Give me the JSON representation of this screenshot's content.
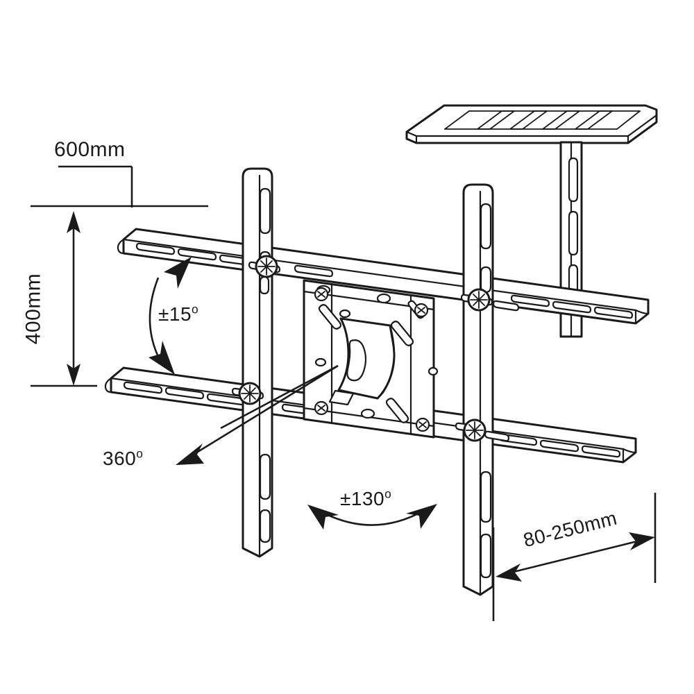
{
  "diagram": {
    "title": "TV Wall Mount Bracket - Dimensional and Articulation Diagram",
    "background_color": "#ffffff",
    "line_color": "#1a1a1a",
    "labels": {
      "width_600mm": "600mm",
      "height_400mm": "400mm",
      "tilt_15deg": "±15",
      "tilt_15deg_unit": "o",
      "rotation_360deg": "360",
      "rotation_360deg_unit": "o",
      "swivel_130deg": "±130",
      "swivel_130deg_unit": "o",
      "depth_80_250mm": "80-250mm"
    },
    "callouts": [
      {
        "name": "width-600mm",
        "text": "600mm",
        "kind": "linear-dimension"
      },
      {
        "name": "height-400mm",
        "text": "400mm",
        "kind": "linear-dimension"
      },
      {
        "name": "tilt-15deg",
        "text": "±15o",
        "kind": "angular-dimension"
      },
      {
        "name": "rotation-360deg",
        "text": "360o",
        "kind": "leader-note"
      },
      {
        "name": "swivel-130deg",
        "text": "±130o",
        "kind": "angular-dimension"
      },
      {
        "name": "depth-80-250mm",
        "text": "80-250mm",
        "kind": "linear-dimension"
      }
    ],
    "parts": [
      {
        "name": "top-shelf",
        "description": "slatted shelf plate"
      },
      {
        "name": "shelf-post-rail",
        "description": "slotted vertical rail under shelf"
      },
      {
        "name": "upper-horizontal-arm",
        "description": "slotted wall arm"
      },
      {
        "name": "lower-horizontal-arm",
        "description": "slotted wall arm"
      },
      {
        "name": "left-vertical-rail",
        "description": "slotted vertical rail"
      },
      {
        "name": "right-vertical-rail",
        "description": "slotted vertical rail"
      },
      {
        "name": "center-mount-plate",
        "description": "perforated swivel plate"
      },
      {
        "name": "swivel-bracket",
        "description": "curved swivel tongue"
      }
    ]
  }
}
